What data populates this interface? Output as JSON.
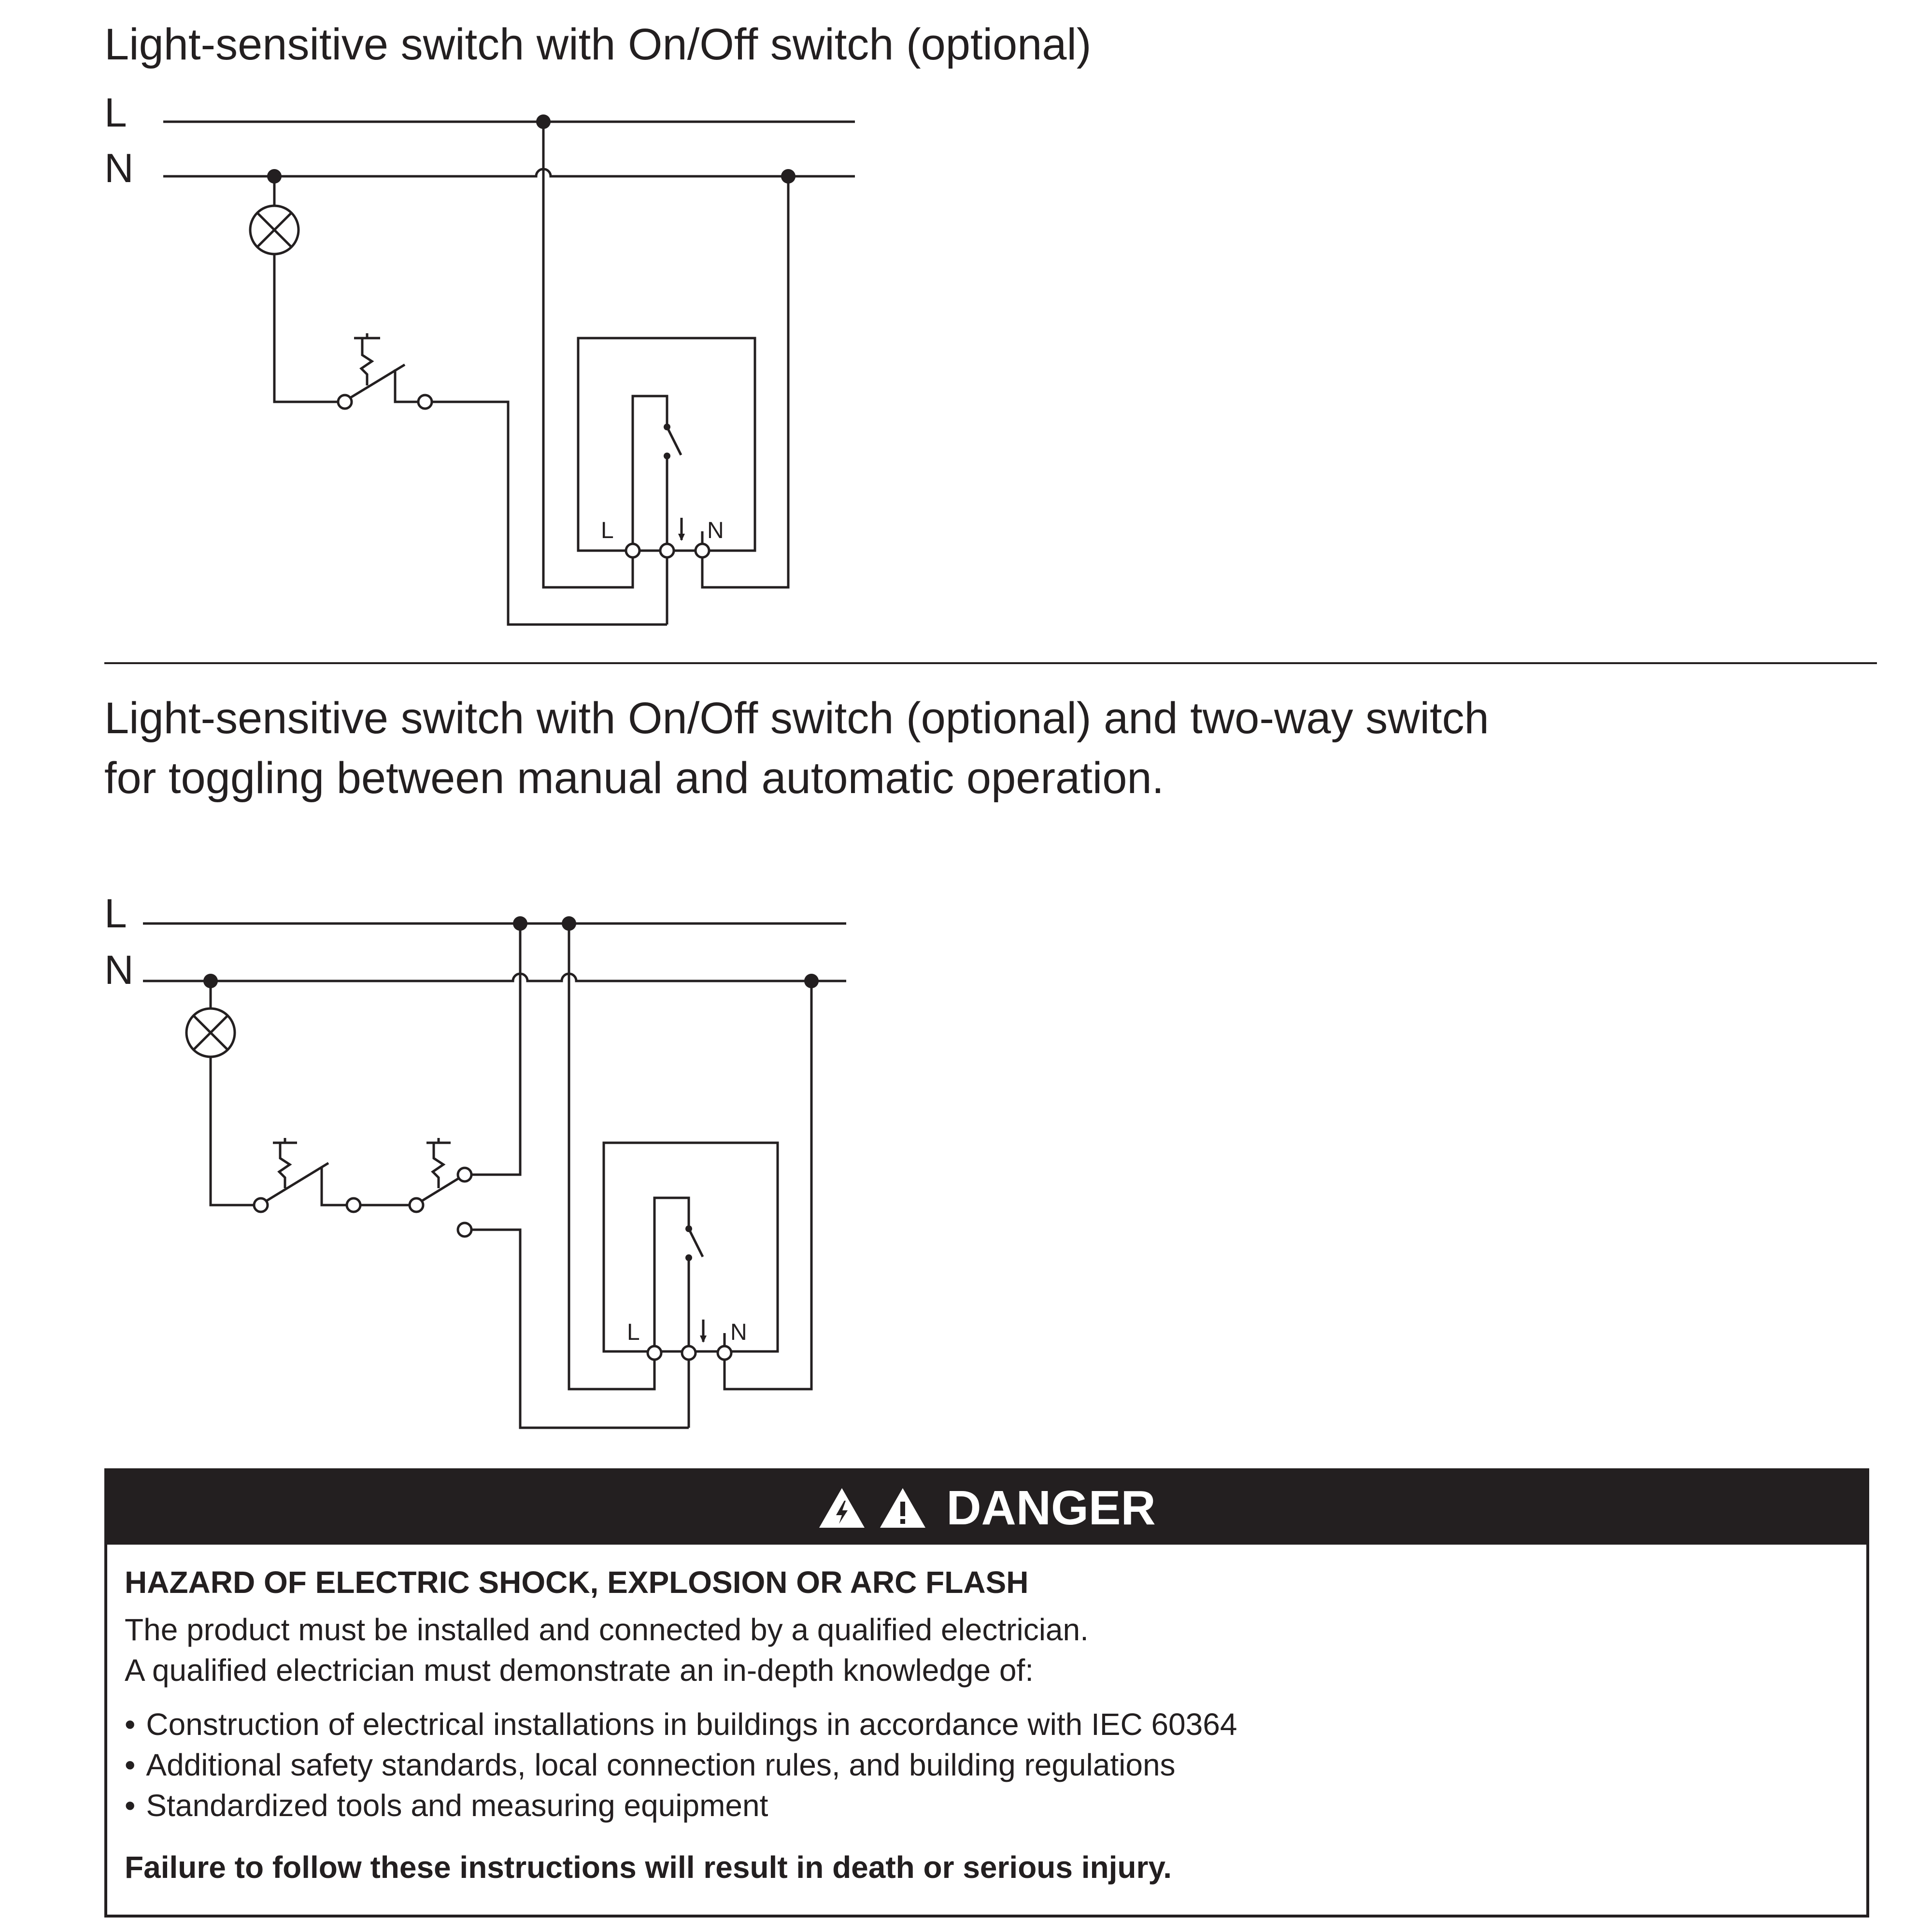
{
  "section1": {
    "title": "Light-sensitive switch with On/Off switch (optional)",
    "line_label_L": "L",
    "line_label_N": "N",
    "terminal_L": "L",
    "terminal_N": "N"
  },
  "section2": {
    "title": "Light-sensitive switch with On/Off switch (optional) and two-way switch for toggling between manual and automatic operation.",
    "line_label_L": "L",
    "line_label_N": "N",
    "terminal_L": "L",
    "terminal_N": "N"
  },
  "danger": {
    "icons": [
      "electric-shock-warning-icon",
      "general-warning-icon"
    ],
    "title": "DANGER",
    "hazard": "HAZARD OF ELECTRIC SHOCK, EXPLOSION OR ARC FLASH",
    "line1": "The product must be installed and connected by a qualified electrician.",
    "line2": "A qualified electrician must demonstrate an in-depth knowledge of:",
    "bullets": [
      "Construction of electrical installations in buildings in accordance with IEC 60364",
      "Additional safety standards, local connection rules, and building regulations",
      "Standardized tools and measuring equipment"
    ],
    "warning": "Failure to follow these instructions will result in death or serious injury."
  },
  "colors": {
    "ink": "#231f20",
    "background": "#ffffff"
  }
}
